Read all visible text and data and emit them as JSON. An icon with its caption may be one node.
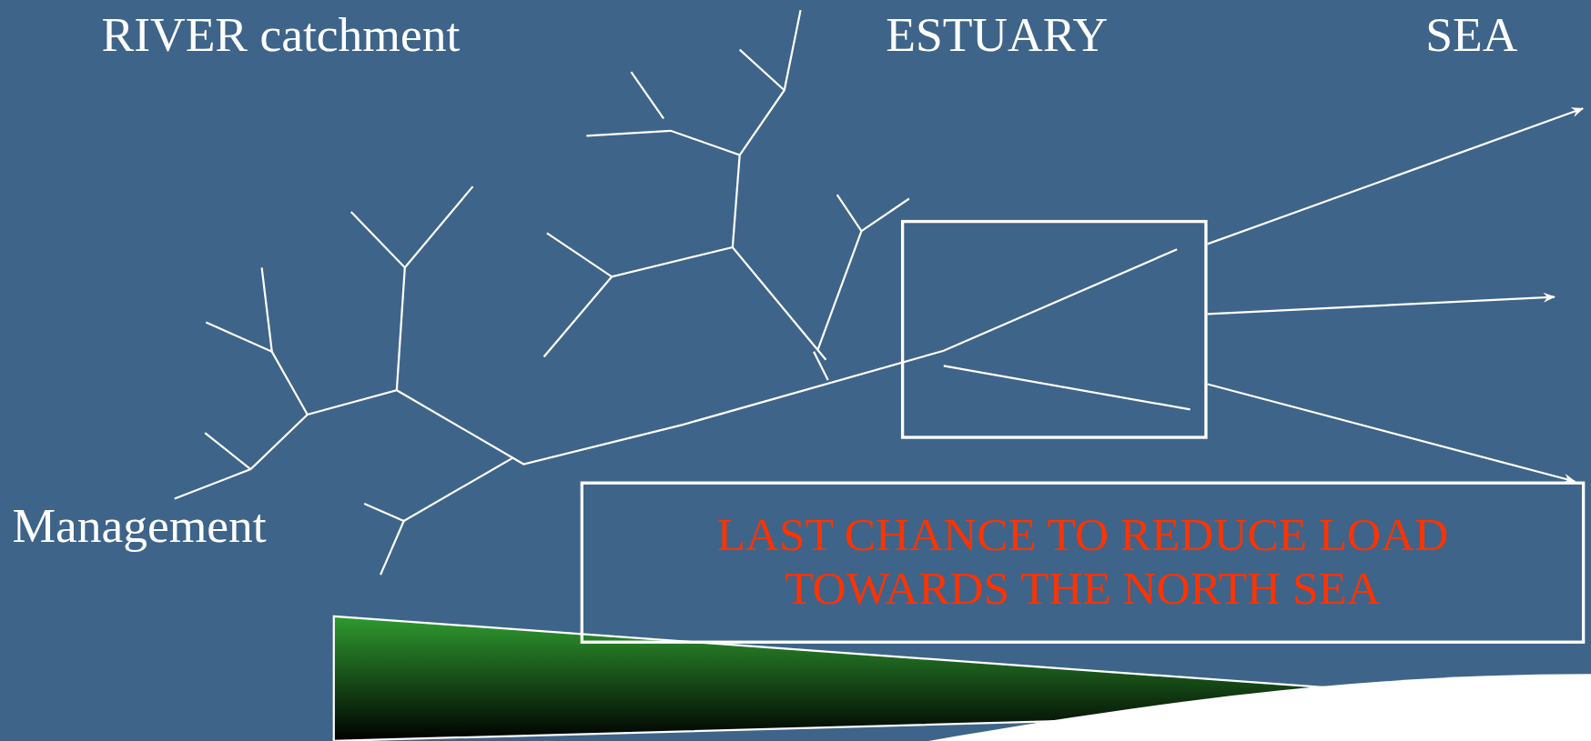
{
  "diagram": {
    "nodes": [
      {
        "text": [],
        "shape": "box"
      },
      {
        "text": [
          "LAST CHANCE TO REDUCE LOAD TOWARDS THE NORTH SEA"
        ]
      }
    ],
    "edges": [
      {
        "from": 0,
        "to": null,
        "arrow": "to"
      },
      {
        "from": 0,
        "to": null,
        "arrow": "to"
      },
      {
        "from": 0,
        "to": 1,
        "arrow": "to"
      }
    ],
    "labels": [
      "RIVER catchment",
      "ESTUARY",
      "SEA",
      "Management"
    ]
  }
}
